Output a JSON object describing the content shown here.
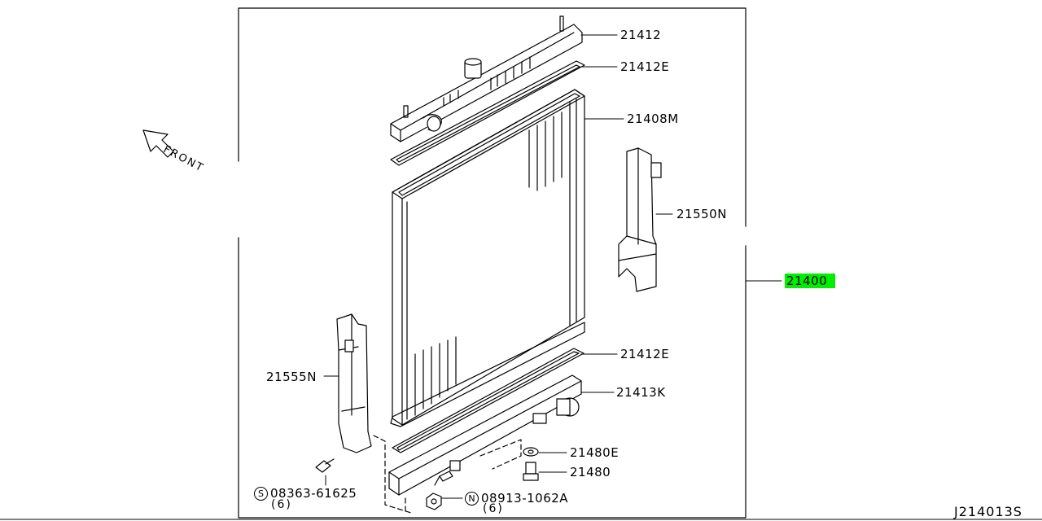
{
  "diagram": {
    "parts": [
      {
        "number": "21412"
      },
      {
        "number": "21412E"
      },
      {
        "number": "21408M"
      },
      {
        "number": "21550N"
      },
      {
        "number": "21400"
      },
      {
        "number": "21412E"
      },
      {
        "number": "21555N"
      },
      {
        "number": "21413K"
      },
      {
        "number": "21480E"
      },
      {
        "number": "21480"
      }
    ],
    "fasteners": [
      {
        "prefix": "S",
        "number": "08363-61625",
        "qty": "(6)"
      },
      {
        "prefix": "N",
        "number": "08913-1062A",
        "qty": "(6)"
      }
    ],
    "direction_label": "FRONT",
    "diagram_code": "J214013S",
    "highlight_color": "#00ee00"
  }
}
